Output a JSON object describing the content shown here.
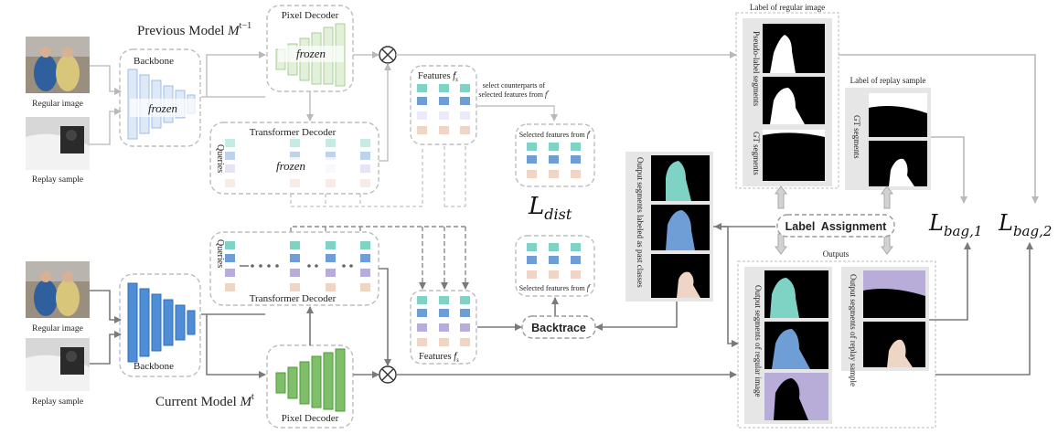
{
  "previous_model": {
    "title": "Previous Model",
    "superscript": "t−1"
  },
  "current_model": {
    "title": "Current Model",
    "superscript": "t"
  },
  "inputs": {
    "regular_label": "Regular image",
    "replay_label": "Replay sample"
  },
  "backbone_label": "Backbone",
  "pixel_decoder_label": "Pixel Decoder",
  "transformer_decoder_label": "Transformer Decoder",
  "queries_label": "Queries",
  "frozen_label": "frozen",
  "features_label": "Features",
  "select_note": {
    "line1": "select counterparts of",
    "line2": "selected features from"
  },
  "selected_features_label": "Selected features from",
  "loss_dist": {
    "main": "L",
    "sub": "dist"
  },
  "backtrace_label": "Backtrace",
  "past_classes_label": "Output segments labeled as past classes",
  "label_assignment": "Label  Assignment",
  "regular_label_panel": "Label of regular image",
  "pseudo_label": "Pseudo-label segments",
  "gt_segments": "GT segments",
  "replay_label_panel": "Label of replay sample",
  "outputs_label": "Outputs",
  "output_regular": "Output segments of regular image",
  "output_replay": "Output segments of replay sample",
  "loss_bag1": {
    "main": "L",
    "sub": "bag,1"
  },
  "loss_bag2": {
    "main": "L",
    "sub": "bag,2"
  },
  "colors": {
    "backbone_fill": "#dde9f7",
    "backbone_fill_current": "#4f8ed6",
    "decoder_fill": "#e2efd9",
    "decoder_fill_current": "#7fbf6a",
    "teal": "#7fd3c5",
    "blue": "#6f9ed6",
    "purple": "#b8acd9",
    "peach": "#efd5c6"
  }
}
